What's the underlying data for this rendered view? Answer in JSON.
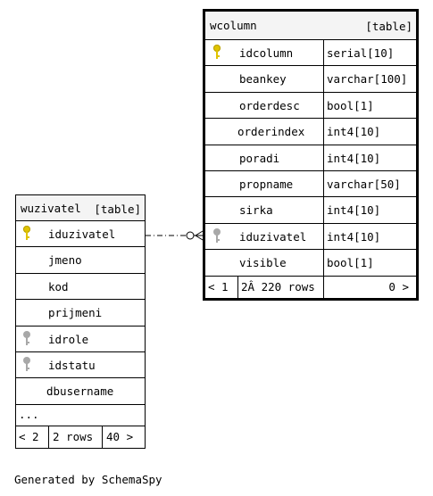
{
  "child_table": {
    "name": "wuzivatel",
    "tag": "[table]",
    "columns": [
      {
        "name": "iduzivatel",
        "key": "primary"
      },
      {
        "name": "jmeno",
        "key": "none"
      },
      {
        "name": "kod",
        "key": "none"
      },
      {
        "name": "prijmeni",
        "key": "none"
      },
      {
        "name": "idrole",
        "key": "foreign"
      },
      {
        "name": "idstatu",
        "key": "foreign"
      },
      {
        "name": "dbusername",
        "key": "none"
      }
    ],
    "ellipsis": "...",
    "footer": {
      "left": "< 2",
      "middle": "2 rows",
      "right": "40 >"
    }
  },
  "main_table": {
    "name": "wcolumn",
    "tag": "[table]",
    "columns": [
      {
        "name": "idcolumn",
        "type": "serial[10]",
        "key": "primary"
      },
      {
        "name": "beankey",
        "type": "varchar[100]",
        "key": "none"
      },
      {
        "name": "orderdesc",
        "type": "bool[1]",
        "key": "none"
      },
      {
        "name": "orderindex",
        "type": "int4[10]",
        "key": "none"
      },
      {
        "name": "poradi",
        "type": "int4[10]",
        "key": "none"
      },
      {
        "name": "propname",
        "type": "varchar[50]",
        "key": "none"
      },
      {
        "name": "sirka",
        "type": "int4[10]",
        "key": "none"
      },
      {
        "name": "iduzivatel",
        "type": "int4[10]",
        "key": "foreign"
      },
      {
        "name": "visible",
        "type": "bool[1]",
        "key": "none"
      }
    ],
    "footer": {
      "left": "< 1",
      "middle": "2Â 220 rows",
      "right": "0 >"
    }
  },
  "relationship": {
    "from": "wuzivatel.iduzivatel",
    "to": "wcolumn.iduzivatel",
    "style": "dash-dot, zero-or-many"
  },
  "colors": {
    "primary_key": "#e0c400",
    "foreign_key": "#a8a8a8",
    "header_bg": "#f4f4f4"
  },
  "generated_by": "Generated by SchemaSpy"
}
